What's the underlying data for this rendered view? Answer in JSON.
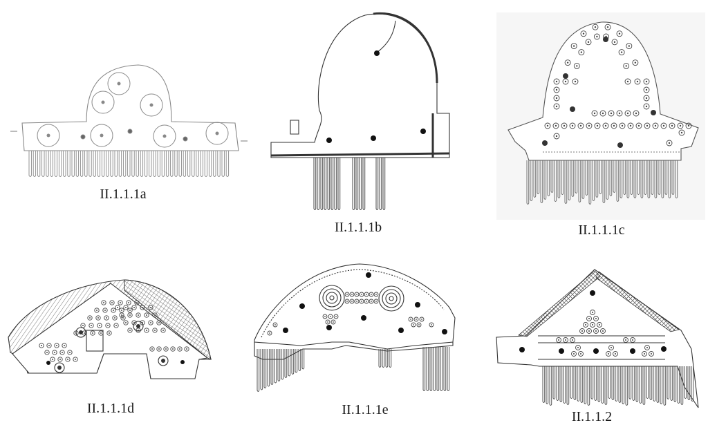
{
  "figures": [
    {
      "id": "a",
      "caption": "II.1.1.1a"
    },
    {
      "id": "b",
      "caption": "II.1.1.1b"
    },
    {
      "id": "c",
      "caption": "II.1.1.1c"
    },
    {
      "id": "d",
      "caption": "II.1.1.1d"
    },
    {
      "id": "e",
      "caption": "II.1.1.1e"
    },
    {
      "id": "f",
      "caption": "II.1.1.2"
    }
  ]
}
